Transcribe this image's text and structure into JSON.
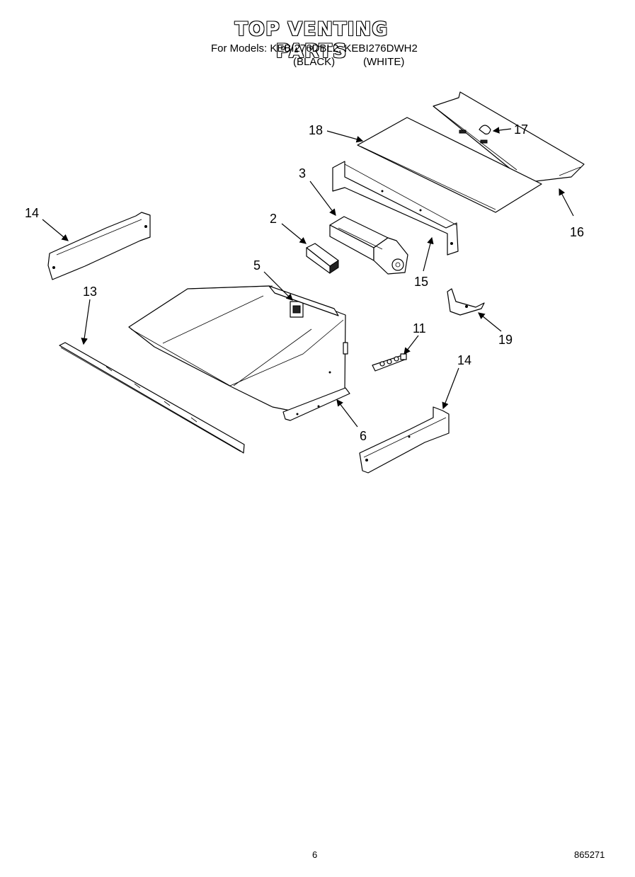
{
  "header": {
    "title": "TOP VENTING PARTS",
    "models_line": "For Models: KEBI276DBL2, KEBI276DWH2",
    "variant_black": "(BLACK)",
    "variant_white": "(WHITE)"
  },
  "callouts": {
    "c18": "18",
    "c17": "17",
    "c16": "16",
    "c3": "3",
    "c2": "2",
    "c14_left": "14",
    "c15": "15",
    "c5": "5",
    "c13": "13",
    "c11": "11",
    "c19": "19",
    "c14_right": "14",
    "c6": "6"
  },
  "footer": {
    "page_number": "6",
    "document_number": "865271"
  }
}
